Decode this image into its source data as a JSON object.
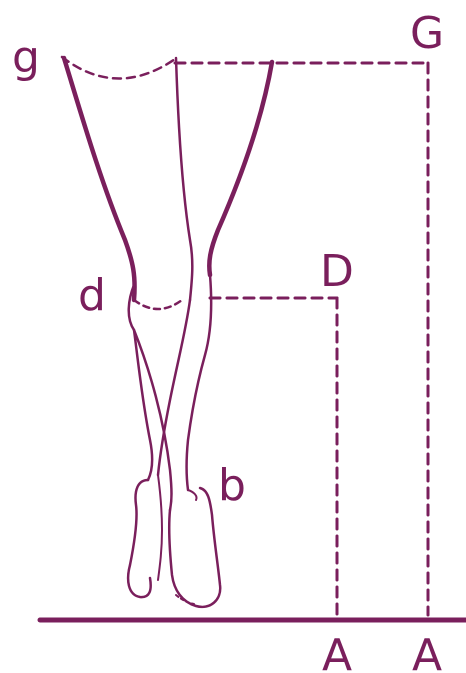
{
  "colors": {
    "ink": "#7a1f5c",
    "background": "#ffffff"
  },
  "labels": {
    "g": "g",
    "G": "G",
    "d": "d",
    "D": "D",
    "b": "b",
    "A_left": "A",
    "A_right": "A"
  }
}
